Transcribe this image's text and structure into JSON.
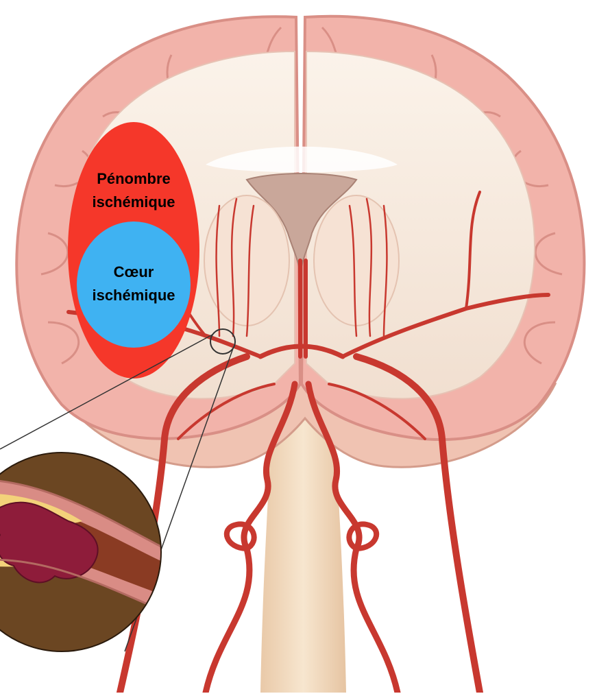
{
  "labels": {
    "penumbra": [
      "Pénombre",
      "ischémique"
    ],
    "core": [
      "Cœur",
      "ischémique"
    ]
  },
  "colors": {
    "background": "#ffffff",
    "cortex": "#f2b3aa",
    "cortex_edge": "#d98f86",
    "white_matter": "#f7ece0",
    "ventricle": "#c9a79a",
    "artery": "#c8382f",
    "artery_dark": "#9c2420",
    "penumbra": "#f5372a",
    "core": "#3fb2f2",
    "label_text": "#000000",
    "inset_bg": "#5a3a1c",
    "clot": "#8e1c3a",
    "plaque": "#f3d27a"
  }
}
